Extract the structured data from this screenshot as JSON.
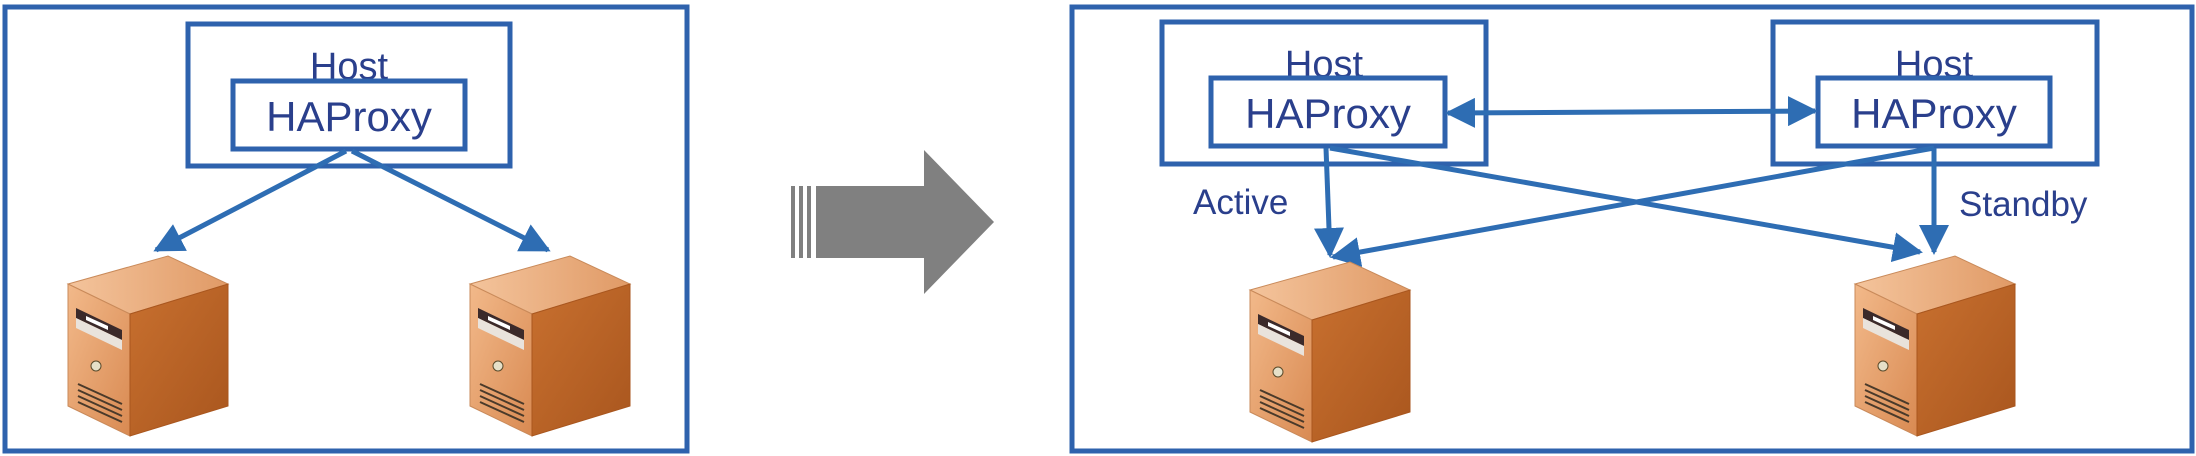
{
  "diagram": {
    "before": {
      "host_label": "Host",
      "proxy_label": "HAProxy",
      "servers": [
        "server",
        "server"
      ]
    },
    "after": {
      "host_a": {
        "host_label": "Host",
        "proxy_label": "HAProxy",
        "role": "Active"
      },
      "host_b": {
        "host_label": "Host",
        "proxy_label": "HAProxy",
        "role": "Standby"
      },
      "servers": [
        "server",
        "server"
      ]
    },
    "transition_arrow": "right-arrow",
    "colors": {
      "frame": "#2e62ad",
      "text": "#2a3f8c",
      "arrow": "#808080",
      "server_light": "#e8a06a",
      "server_dark": "#b8622a"
    }
  }
}
